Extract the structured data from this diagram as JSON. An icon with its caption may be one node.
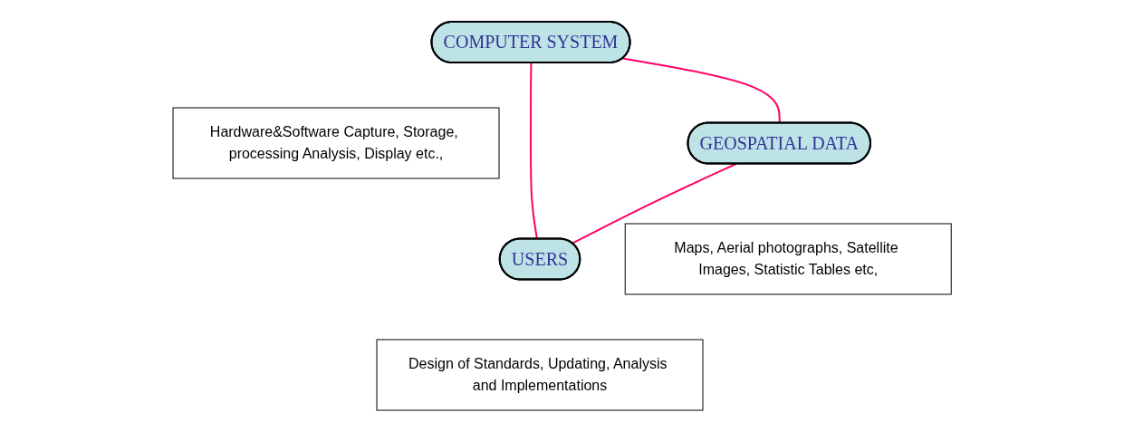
{
  "diagram": {
    "nodes": [
      {
        "text": [
          "COMPUTER SYSTEM"
        ]
      },
      {
        "text": [
          "Hardware&Software Capture, Storage, processing Analysis, Display etc.,"
        ]
      },
      {
        "text": [
          "GEOSPATIAL DATA"
        ]
      },
      {
        "text": [
          "USERS"
        ]
      },
      {
        "text": [
          "Maps, Aerial photographs, Satellite Images, Statistic Tables etc,"
        ]
      },
      {
        "text": [
          "Design of Standards, Updating, Analysis and Implementations"
        ]
      }
    ],
    "edges": [
      {
        "from": 0,
        "to": 2,
        "arrow": "none",
        "color": "#ff0066"
      },
      {
        "from": 0,
        "to": 3,
        "arrow": "none",
        "color": "#ff0066"
      },
      {
        "from": 2,
        "to": 3,
        "arrow": "none",
        "color": "#ff0066"
      }
    ]
  }
}
